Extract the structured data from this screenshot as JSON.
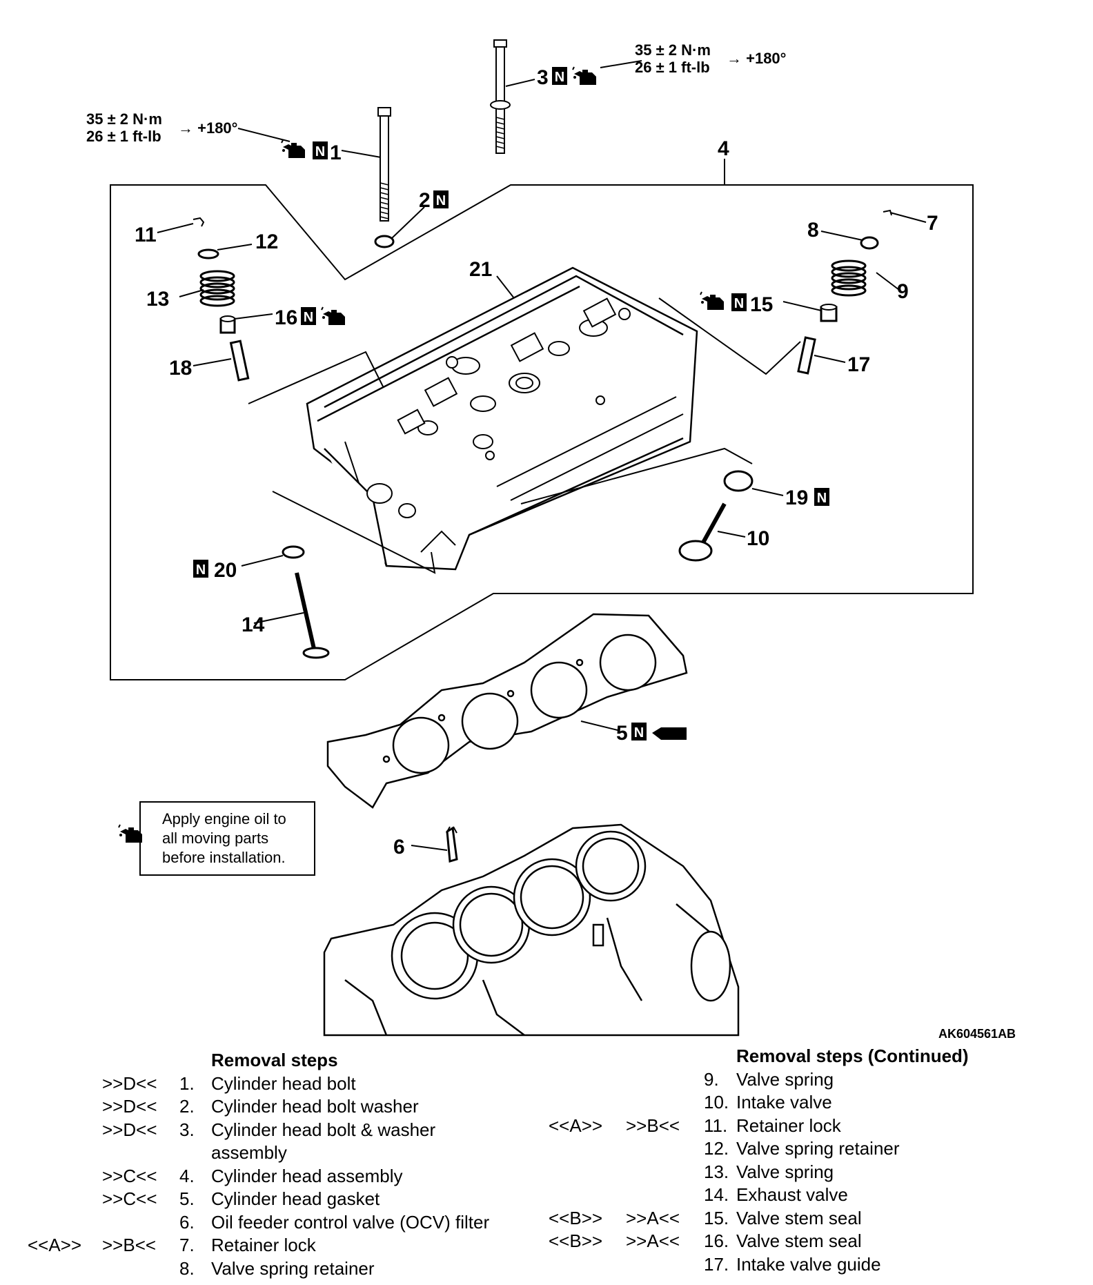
{
  "figure_id": "AK604561AB",
  "torque_bolt1": {
    "line1": "35 ± 2 N·m",
    "line2": "26 ± 1 ft-lb",
    "angle": "→ +180°"
  },
  "torque_bolt3": {
    "line1": "35 ± 2 N·m",
    "line2": "26 ± 1 ft-lb",
    "angle": "→ +180°"
  },
  "new_part_mark": "N",
  "oil_note": {
    "icon": "oil-can-icon",
    "line1": "Apply engine oil to",
    "line2": "all moving parts",
    "line3": "before installation."
  },
  "callouts": [
    "1",
    "2",
    "3",
    "4",
    "5",
    "6",
    "7",
    "8",
    "9",
    "10",
    "11",
    "12",
    "13",
    "14",
    "15",
    "16",
    "17",
    "18",
    "19",
    "20",
    "21"
  ],
  "removal_steps": {
    "heading": "Removal steps",
    "items": [
      {
        "install": "",
        "removal": ">>D<<",
        "num": "1.",
        "name": "Cylinder head bolt"
      },
      {
        "install": "",
        "removal": ">>D<<",
        "num": "2.",
        "name": "Cylinder head bolt washer"
      },
      {
        "install": "",
        "removal": ">>D<<",
        "num": "3.",
        "name": "Cylinder head bolt & washer",
        "name2": "assembly"
      },
      {
        "install": "",
        "removal": ">>C<<",
        "num": "4.",
        "name": "Cylinder head assembly"
      },
      {
        "install": "",
        "removal": ">>C<<",
        "num": "5.",
        "name": "Cylinder head gasket"
      },
      {
        "install": "",
        "removal": "",
        "num": "6.",
        "name": "Oil feeder control valve (OCV) filter"
      },
      {
        "install": "<<A>>",
        "removal": ">>B<<",
        "num": "7.",
        "name": "Retainer lock"
      },
      {
        "install": "",
        "removal": "",
        "num": "8.",
        "name": "Valve spring retainer"
      }
    ]
  },
  "removal_steps_continued": {
    "heading": "Removal steps (Continued)",
    "items": [
      {
        "install": "",
        "removal": "",
        "num": "9.",
        "name": "Valve spring"
      },
      {
        "install": "",
        "removal": "",
        "num": "10.",
        "name": "Intake valve"
      },
      {
        "install": "<<A>>",
        "removal": ">>B<<",
        "num": "11.",
        "name": "Retainer lock"
      },
      {
        "install": "",
        "removal": "",
        "num": "12.",
        "name": "Valve spring retainer"
      },
      {
        "install": "",
        "removal": "",
        "num": "13.",
        "name": "Valve spring"
      },
      {
        "install": "",
        "removal": "",
        "num": "14.",
        "name": "Exhaust valve"
      },
      {
        "install": "<<B>>",
        "removal": ">>A<<",
        "num": "15.",
        "name": "Valve stem seal"
      },
      {
        "install": "<<B>>",
        "removal": ">>A<<",
        "num": "16.",
        "name": "Valve stem seal"
      },
      {
        "install": "",
        "removal": "",
        "num": "17.",
        "name": "Intake valve guide"
      }
    ]
  }
}
